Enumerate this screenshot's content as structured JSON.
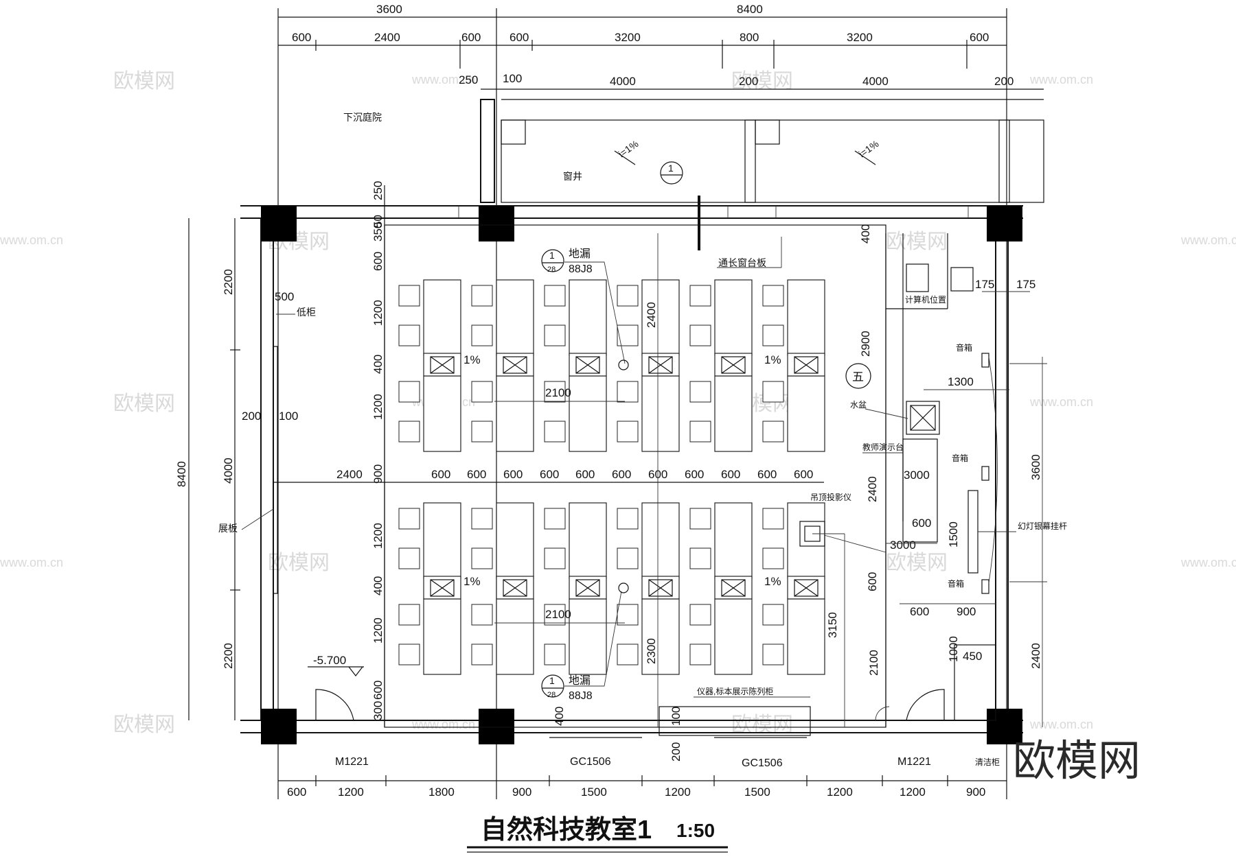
{
  "title": {
    "text": "自然科技教室1",
    "scale": "1:50"
  },
  "dims": {
    "top_total_left": "3600",
    "top_total_right": "8400",
    "top_row2": [
      "600",
      "2400",
      "600",
      "600",
      "3200",
      "800",
      "3200",
      "600"
    ],
    "top_row3": [
      "250",
      "100",
      "4000",
      "200",
      "4000",
      "200"
    ],
    "left_total": "8400",
    "left_row": [
      "2200",
      "4000",
      "2200"
    ],
    "left_inner": [
      "250",
      "50",
      "350",
      "600",
      "1200",
      "400",
      "1200",
      "900",
      "1200",
      "400",
      "1200",
      "600",
      "300"
    ],
    "bottom_row": [
      "600",
      "1200",
      "1800",
      "900",
      "1500",
      "1200",
      "1500",
      "1200",
      "1200",
      "900"
    ],
    "desk_row": [
      "2400",
      "600",
      "600",
      "600",
      "600",
      "600",
      "600",
      "600",
      "600",
      "600",
      "600",
      "600"
    ],
    "misc": {
      "d500": "500",
      "d200": "200",
      "d100": "100",
      "d2100a": "2100",
      "d2100b": "2100",
      "d2400a": "2400",
      "d2300": "2300",
      "d400top": "400",
      "d2900": "2900",
      "d175a": "175",
      "d175b": "175",
      "d1300": "1300",
      "d3000a": "3000",
      "d3000b": "3000",
      "d600a": "600",
      "d600b": "600",
      "d900": "900",
      "d1500": "1500",
      "d2400b": "2400",
      "d600c": "600",
      "d3150": "3150",
      "d2100c": "2100",
      "d1000": "1000",
      "d450": "450",
      "d3600": "3600",
      "d2400c": "2400",
      "d400bot": "400",
      "d100bot": "100",
      "d200bot": "200"
    }
  },
  "labels": {
    "sunken_courtyard": "下沉庭院",
    "window_well": "窗井",
    "slope1": "i=1%",
    "slope2": "i=1%",
    "floor_drain_top": "地漏",
    "code_top": "88J8",
    "floor_drain_bot": "地漏",
    "code_bot": "88J8",
    "detail_num": "1",
    "detail_sheet": "28",
    "section_mark": "1",
    "sill": "通长窗台板",
    "low_cabinet": "低柜",
    "board": "展板",
    "slope_pct": [
      "1%",
      "1%",
      "1%",
      "1%"
    ],
    "computer": "计算机位置",
    "speaker1": "音箱",
    "speaker2": "音箱",
    "speaker3": "音箱",
    "sink": "水盆",
    "teacher_table": "教师演示台",
    "projector": "吊顶投影仪",
    "screen_rod": "幻灯银幕挂杆",
    "room_no": "五",
    "elevation": "-5.700",
    "display_cabinet": "仪器,标本展示陈列柜",
    "door_left": "M1221",
    "door_right": "M1221",
    "window1": "GC1506",
    "window2": "GC1506",
    "cleaning": "清洁柜"
  },
  "watermark": {
    "brand": "欧模网",
    "url": "www.om.cn"
  },
  "colors": {
    "line": "#111111",
    "column": "#000000",
    "watermark": "#d9d9d9"
  }
}
